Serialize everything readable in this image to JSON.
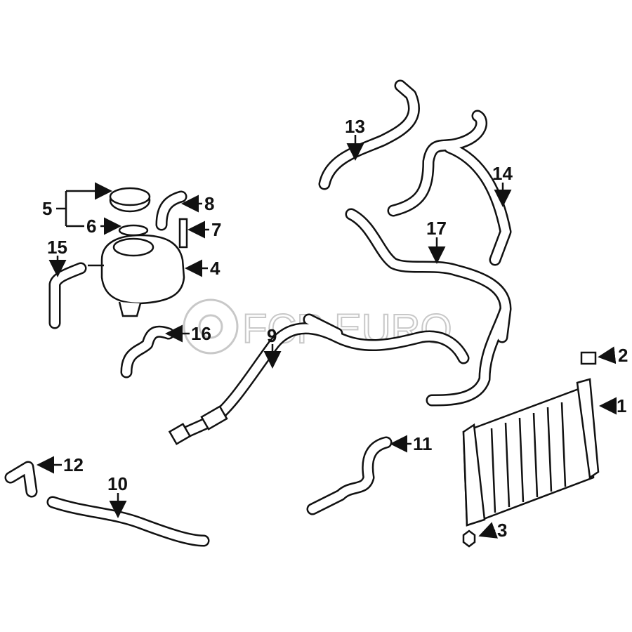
{
  "diagram": {
    "watermark": "FCP EURO",
    "callouts": [
      {
        "number": "1",
        "part": "radiator"
      },
      {
        "number": "2",
        "part": "bracket"
      },
      {
        "number": "3",
        "part": "nut"
      },
      {
        "number": "4",
        "part": "expansion-tank"
      },
      {
        "number": "5",
        "part": "cap-and-seal"
      },
      {
        "number": "6",
        "part": "seal-ring"
      },
      {
        "number": "7",
        "part": "sensor"
      },
      {
        "number": "8",
        "part": "hose-elbow"
      },
      {
        "number": "9",
        "part": "coolant-pipe"
      },
      {
        "number": "10",
        "part": "lower-hose"
      },
      {
        "number": "11",
        "part": "hose"
      },
      {
        "number": "12",
        "part": "connector"
      },
      {
        "number": "13",
        "part": "upper-hose"
      },
      {
        "number": "14",
        "part": "hose"
      },
      {
        "number": "15",
        "part": "small-hose"
      },
      {
        "number": "16",
        "part": "hose"
      },
      {
        "number": "17",
        "part": "coolant-pipe"
      }
    ]
  }
}
